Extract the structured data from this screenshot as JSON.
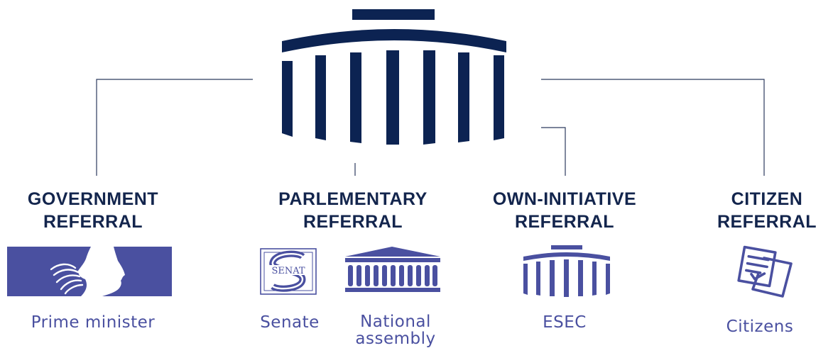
{
  "colors": {
    "navy": "#0c2352",
    "heading_text": "#13254d",
    "accent": "#4a50a0",
    "connector": "#2c3a5e"
  },
  "icons": {
    "main": "council-building-icon",
    "government": "marianne-logo-icon",
    "senate": "senat-seal-icon",
    "national_assembly": "national-assembly-building-icon",
    "esec": "esec-building-icon",
    "citizens": "petition-documents-icon"
  },
  "categories": [
    {
      "heading_line1": "GOVERNMENT",
      "heading_line2": "REFERRAL"
    },
    {
      "heading_line1": "PARLEMENTARY",
      "heading_line2": "REFERRAL"
    },
    {
      "heading_line1": "OWN-INITIATIVE",
      "heading_line2": "REFERRAL"
    },
    {
      "heading_line1": "CITIZEN",
      "heading_line2": "REFERRAL"
    }
  ],
  "labels": {
    "prime_minister": "Prime minister",
    "senate": "Senate",
    "national_assembly_line1": "National",
    "national_assembly_line2": "assembly",
    "esec": "ESEC",
    "citizens": "Citizens"
  }
}
